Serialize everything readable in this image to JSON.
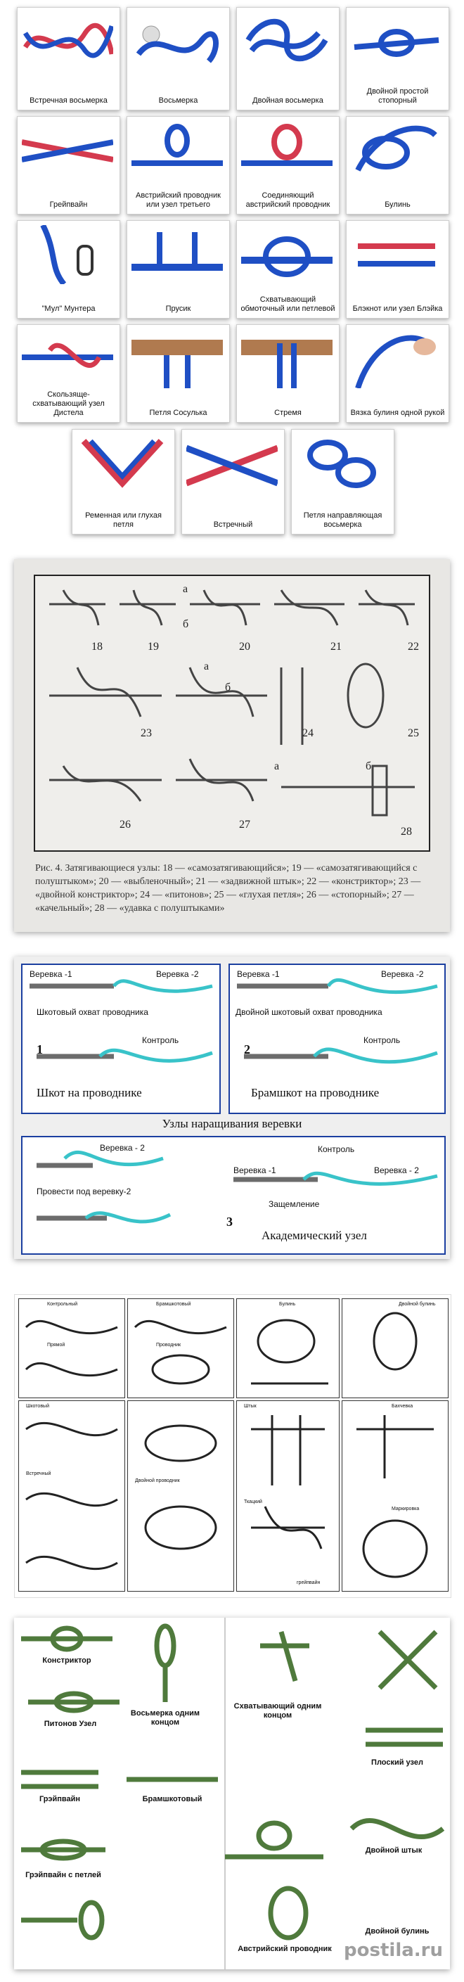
{
  "panel1": {
    "cards": [
      "Встречная восьмерка",
      "Восьмерка",
      "Двойная восьмерка",
      "Двойной простой стопорный",
      "Грейпвайн",
      "Австрийский проводник или узел третьего",
      "Соединяющий австрийский проводник",
      "Булинь",
      "\"Мул\" Мунтера",
      "Прусик",
      "Схватывающий обмоточный или петлевой",
      "Блэкнот или узел Блэйка",
      "Скользяще-схватывающий узел Дистела",
      "Петля Сосулька",
      "Стремя",
      "Вязка булиня одной рукой",
      "Ременная или глухая петля",
      "Встречный",
      "Петля направляющая восьмерка"
    ]
  },
  "panel2": {
    "numbers": [
      "18",
      "19",
      "а",
      "б",
      "20",
      "21",
      "22",
      "а",
      "б",
      "23",
      "24",
      "25",
      "26",
      "27",
      "а",
      "б",
      "28"
    ],
    "caption": "Рис. 4. Затягивающиеся узлы: 18 — «самозатягивающийся»; 19 — «самозатягивающийся с полуштыком»; 20 — «выбленочный»; 21 — «задвижной штык»; 22 — «констриктор»; 23 — «двойной констриктор»; 24 — «питонов»; 25 — «глухая петля»; 26 — «стопорный»; 27 — «качельный»; 28 — «удавка с полуштыками»"
  },
  "panel3": {
    "rope1": "Веревка -1",
    "rope2": "Веревка -2",
    "box1_top": "Шкотовый охват проводника",
    "box1_control": "Контроль",
    "box1_num": "1",
    "box1_bottom": "Шкот на проводнике",
    "box2_top": "Двойной шкотовый охват проводника",
    "box2_control": "Контроль",
    "box2_num": "2",
    "box2_bottom": "Брамшкот на проводнике",
    "heading": "Узлы наращивания веревки",
    "box3_rope2": "Веревка - 2",
    "box3_pass": "Провести под веревку-2",
    "box3_rope1": "Веревка -1",
    "box3_control": "Контроль",
    "box3_rope2b": "Веревка - 2",
    "box3_clamp": "Защемление",
    "box3_num": "3",
    "box3_bottom": "Академический узел"
  },
  "panel4": {
    "labels": [
      "Контрольный",
      "Брамшкотовый",
      "Булинь",
      "Двойной булинь",
      "Прямой",
      "Проводник",
      "Штык",
      "Шкотовый",
      "Двойной проводник",
      "Ткацкий",
      "Встречный",
      "Бахчевка",
      "Маркировка",
      "грейпвайн"
    ]
  },
  "panel5": {
    "labels": [
      "Констриктор",
      "Восьмерка одним концом",
      "Схватывающий одним концом",
      "Питонов Узел",
      "Плоский узел",
      "Грэйпвайн",
      "Брамшкотовый",
      "Двойной штык",
      "Грэйпвайн с петлей",
      "Австрийский проводник",
      "Двойной булинь"
    ],
    "watermark": "postila.ru"
  },
  "colors": {
    "blue_rope": "#1f4fc4",
    "red_rope": "#d43a4e",
    "cyan_rope": "#39c3c9",
    "grey_rope": "#6c6c6c",
    "green_rope": "#4f7a3c"
  }
}
